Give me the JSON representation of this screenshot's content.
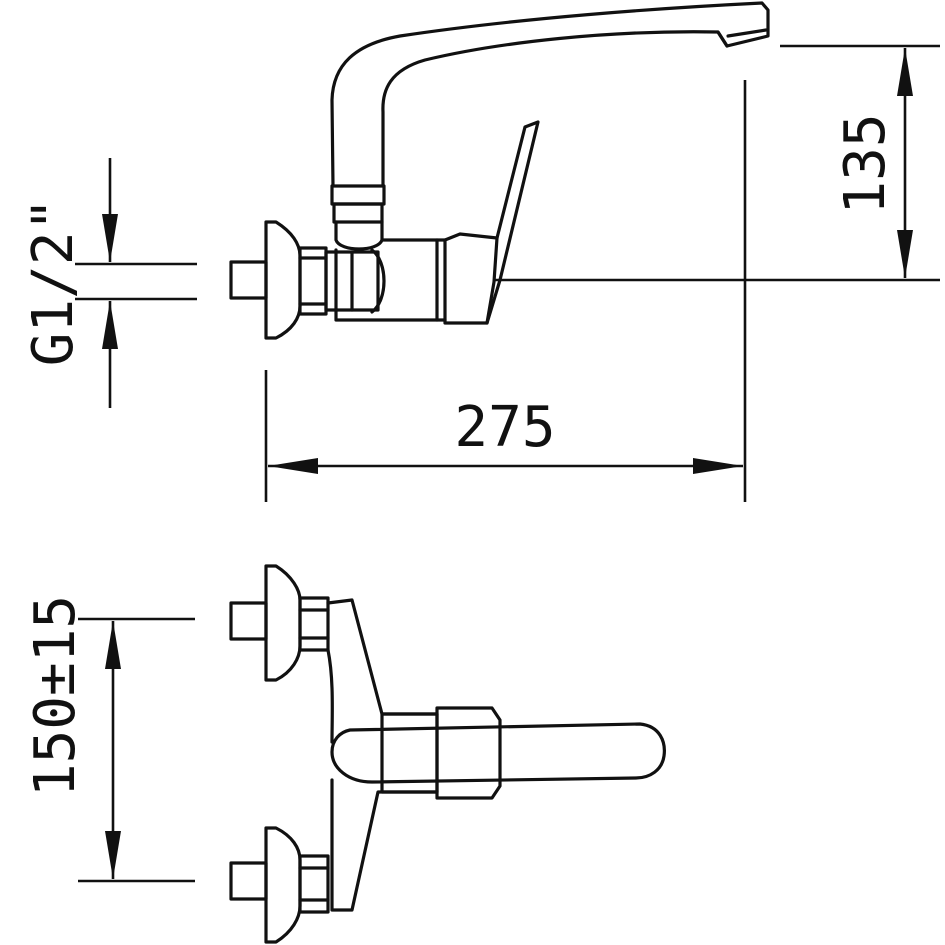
{
  "drawing": {
    "line_color": "#111111",
    "background": "#ffffff",
    "dimensions": {
      "height_135": "135",
      "thread": "G1/2\"",
      "length_275": "275",
      "spacing": "150±15"
    }
  }
}
